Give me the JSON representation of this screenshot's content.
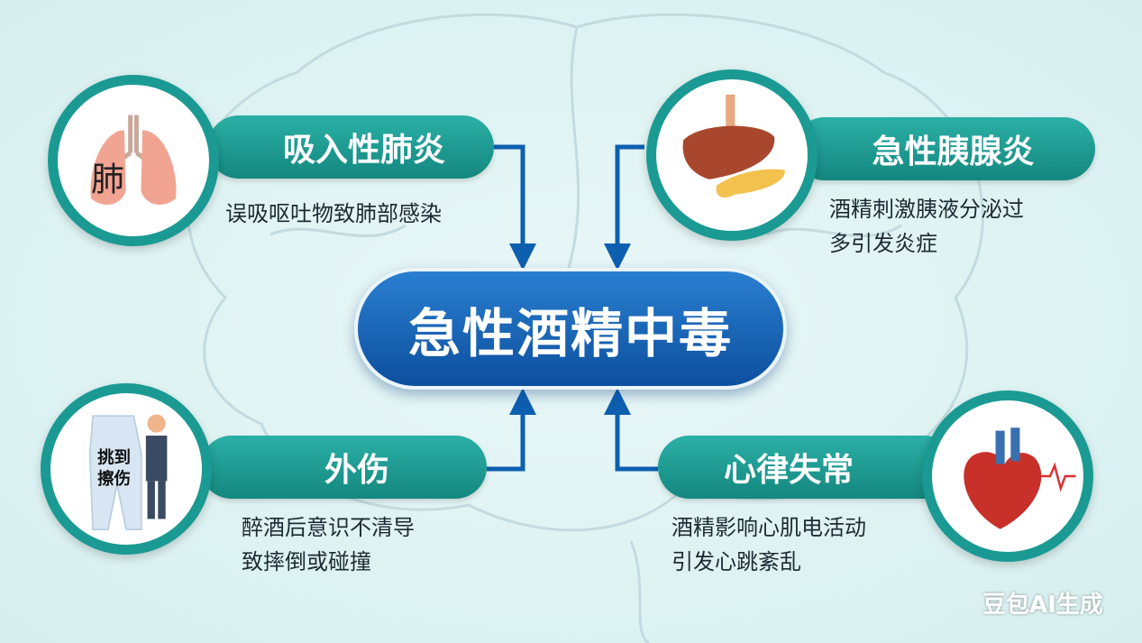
{
  "center": {
    "title": "急性酒精中毒"
  },
  "nodes": [
    {
      "title": "吸入性肺炎",
      "lines": [
        "误吸呕吐物致肺部感染"
      ],
      "icon": "lungs-icon",
      "icon_text": "肺"
    },
    {
      "title": "急性胰腺炎",
      "lines": [
        "酒精刺激胰液分泌过",
        "多引发炎症"
      ],
      "icon": "liver-pancreas-icon"
    },
    {
      "title": "外伤",
      "lines": [
        "醉酒后意识不清导",
        "致摔倒或碰撞"
      ],
      "icon": "injury-icon",
      "icon_text": [
        "挑到",
        "擦伤"
      ]
    },
    {
      "title": "心律失常",
      "lines": [
        "酒精影响心肌电活动",
        "引发心跳紊乱"
      ],
      "icon": "heart-icon"
    }
  ],
  "watermark": "豆包AI生成",
  "colors": {
    "teal": "#1a9a93",
    "blue": "#0d5fb0",
    "background": "#dff2f3"
  }
}
